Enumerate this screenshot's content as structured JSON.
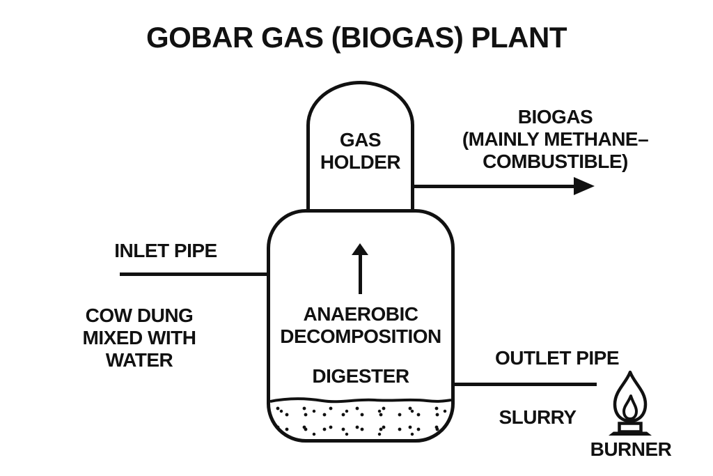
{
  "colors": {
    "ink": "#111111",
    "background": "#ffffff"
  },
  "title": "GOBAR GAS (BIOGAS) PLANT",
  "diagram": {
    "gas_holder_label": "GAS\nHOLDER",
    "biogas_label": "BIOGAS\n(MAINLY METHANE–\nCOMBUSTIBLE)",
    "inlet_pipe_label": "INLET PIPE",
    "cow_dung_label": "COW DUNG\nMIXED WITH\nWATER",
    "anaerobic_label": "ANAEROBIC\nDECOMPOSITION",
    "digester_label": "DIGESTER",
    "outlet_pipe_label": "OUTLET PIPE",
    "slurry_label": "SLURRY",
    "burner_label": "BURNER",
    "icons": {
      "burner": "flame-icon",
      "biogas_flow": "arrow-right-icon",
      "gas_rise": "arrow-up-icon"
    }
  }
}
